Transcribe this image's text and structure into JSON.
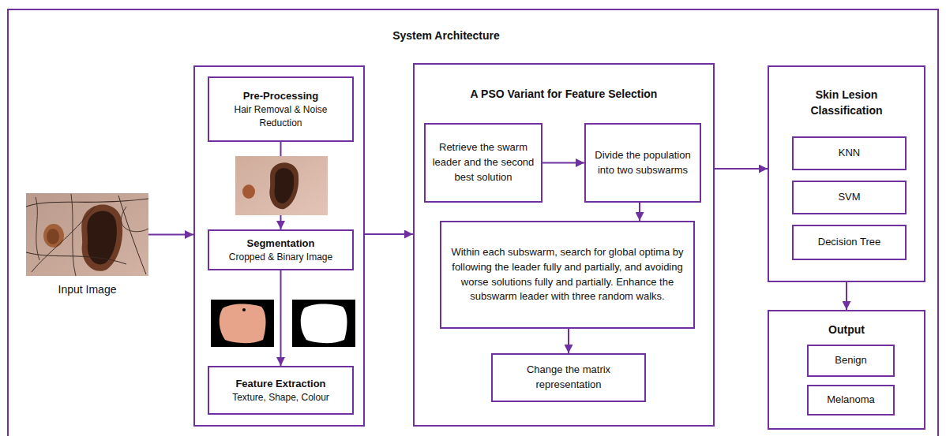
{
  "diagram": {
    "title": "System Architecture",
    "nodes": [
      {
        "text": [
          "Input Image"
        ]
      },
      {
        "text": []
      },
      {
        "text": [
          "Pre-Processing",
          "Hair Removal & Noise Reduction"
        ],
        "in": 1
      },
      {
        "text": [
          "Segmentation",
          "Cropped & Binary Image"
        ],
        "in": 1
      },
      {
        "text": [
          "Feature Extraction",
          "Texture, Shape, Colour"
        ],
        "in": 1
      },
      {
        "text": [
          "A PSO Variant for Feature Selection"
        ]
      },
      {
        "text": [
          "Retrieve the swarm leader and the second best solution"
        ],
        "in": 5
      },
      {
        "text": [
          "Divide the population into two subswarms"
        ],
        "in": 5
      },
      {
        "text": [
          "Within each subswarm, search for global optima by following the leader fully and partially, and avoiding worse solutions fully and partially. Enhance the subswarm leader with three random walks."
        ],
        "in": 5
      },
      {
        "text": [
          "Change the matrix representation"
        ],
        "in": 5
      },
      {
        "text": [
          "Skin Lesion Classification"
        ]
      },
      {
        "text": [
          "KNN"
        ],
        "in": 10
      },
      {
        "text": [
          "SVM"
        ],
        "in": 10
      },
      {
        "text": [
          "Decision Tree"
        ],
        "in": 10
      },
      {
        "text": [
          "Output"
        ]
      },
      {
        "text": [
          "Benign"
        ],
        "in": 14
      },
      {
        "text": [
          "Melanoma"
        ],
        "in": 14
      }
    ],
    "edges": [
      {
        "from": 0,
        "to": 1,
        "arrow": "to"
      },
      {
        "from": 2,
        "to": 3,
        "arrow": "to"
      },
      {
        "from": 3,
        "to": 4,
        "arrow": "to"
      },
      {
        "from": 1,
        "to": 5,
        "arrow": "to"
      },
      {
        "from": 6,
        "to": 7,
        "arrow": "to"
      },
      {
        "from": 7,
        "to": 8,
        "arrow": "to"
      },
      {
        "from": 8,
        "to": 9,
        "arrow": "to"
      },
      {
        "from": 5,
        "to": 10,
        "arrow": "to"
      },
      {
        "from": 10,
        "to": 14,
        "arrow": "to"
      }
    ]
  }
}
